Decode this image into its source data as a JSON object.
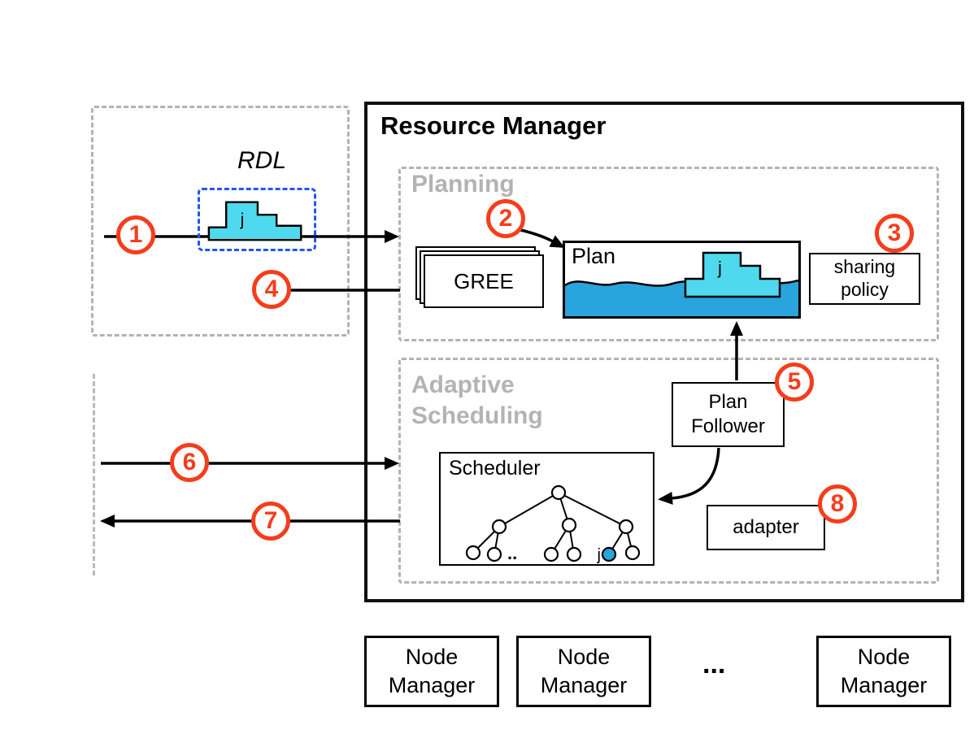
{
  "resource_manager": {
    "title": "Resource Manager"
  },
  "client": {
    "rdl_label": "RDL",
    "job_label": "j"
  },
  "planning": {
    "title": "Planning",
    "gree_label": "GREE",
    "plan_title": "Plan",
    "plan_job_label": "j",
    "sharing_policy_line1": "sharing",
    "sharing_policy_line2": "policy"
  },
  "adaptive": {
    "title_line1": "Adaptive",
    "title_line2": "Scheduling",
    "plan_follower_line1": "Plan",
    "plan_follower_line2": "Follower",
    "scheduler_title": "Scheduler",
    "scheduler_dots": "..",
    "scheduler_job_label": "j",
    "adapter_label": "adapter"
  },
  "steps": [
    "1",
    "2",
    "3",
    "4",
    "5",
    "6",
    "7",
    "8"
  ],
  "node_managers": {
    "nm1_line1": "Node",
    "nm1_line2": "Manager",
    "nm2_line1": "Node",
    "nm2_line2": "Manager",
    "nm3_line1": "Node",
    "nm3_line2": "Manager",
    "ellipsis": "..."
  },
  "colors": {
    "step_red": "#f53d1b",
    "job_cyan": "#4fd9ef",
    "water_blue": "#2aa4dd",
    "dash_gray": "#b3b3b3",
    "rdl_dash_blue": "#2257ef"
  }
}
